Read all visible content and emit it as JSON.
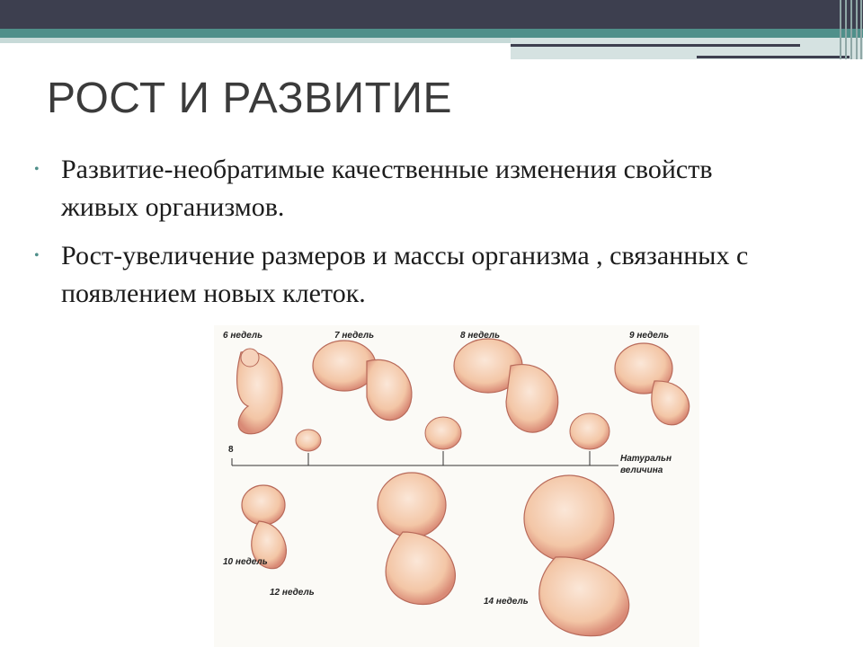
{
  "slide": {
    "title": "РОСТ И РАЗВИТИЕ",
    "bullets": [
      "Развитие-необратимые качественные изменения свойств живых организмов.",
      "Рост-увеличение размеров и массы организма , связанных с появлением новых клеток."
    ]
  },
  "figure": {
    "labels": {
      "w6": "6 недель",
      "w7": "7 недель",
      "w8": "8 недель",
      "w9": "9 недель",
      "w10": "10 недель",
      "w12": "12 недель",
      "w14": "14 недель",
      "natural1": "Натуральн",
      "natural2": "величина",
      "marker": "8"
    }
  },
  "colors": {
    "header_dark": "#3d3f4f",
    "header_teal": "#4f8f8a",
    "skin": "#f3c6a6",
    "skin_dark": "#d98a76"
  }
}
